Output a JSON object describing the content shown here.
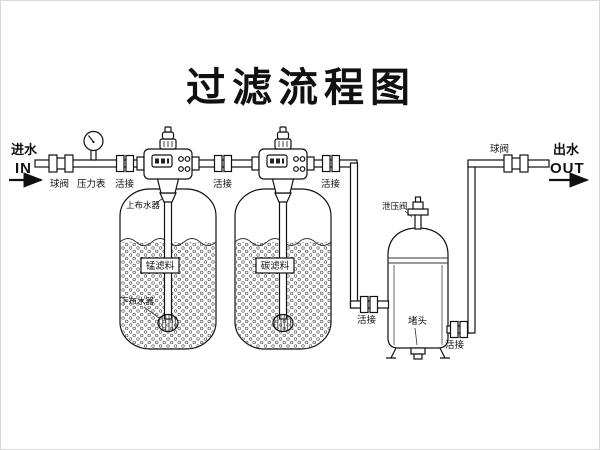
{
  "title": "过滤流程图",
  "colors": {
    "line": "#111111",
    "background": "#ffffff",
    "frame_border": "#d9d9d9"
  },
  "inlet": {
    "label_cn": "进水",
    "label_en": "IN"
  },
  "outlet": {
    "label_cn": "出水",
    "label_en": "OUT"
  },
  "inline_fittings": {
    "ball_valve_left": "球阀",
    "pressure_gauge": "压力表",
    "union_inlet": "活接",
    "union_between_tanks": "活接",
    "union_after_tank2": "活接",
    "ball_valve_right": "球阀"
  },
  "tank1": {
    "media": "锰滤料",
    "upper_distributor": "上布水器",
    "lower_distributor": "下布水器"
  },
  "tank2": {
    "media": "碳滤料"
  },
  "housing": {
    "relief_valve": "泄压阀",
    "plug": "堵头",
    "union_inlet": "活接",
    "union_outlet": "活接"
  }
}
